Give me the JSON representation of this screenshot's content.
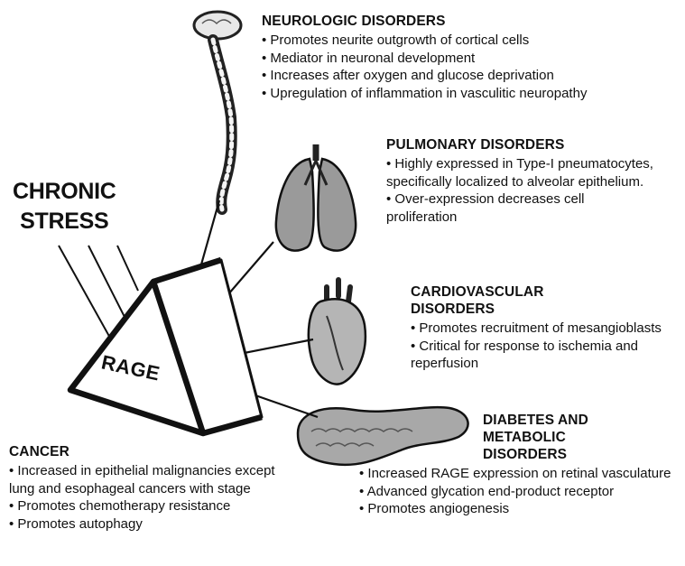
{
  "center_label": "RAGE",
  "chronic_stress": [
    "CHRONIC",
    "STRESS"
  ],
  "sections": {
    "neurologic": {
      "heading": "NEUROLOGIC DISORDERS",
      "items": [
        "• Promotes neurite outgrowth of cortical cells",
        "• Mediator in neuronal development",
        "• Increases after oxygen and glucose deprivation",
        "• Upregulation of inflammation in vasculitic neuropathy"
      ]
    },
    "pulmonary": {
      "heading": "PULMONARY DISORDERS",
      "items": [
        "• Highly expressed in Type-I pneumatocytes, specifically localized to alveolar epithelium.",
        "• Over-expression decreases cell proliferation"
      ]
    },
    "cardiovascular": {
      "heading": "CARDIOVASCULAR DISORDERS",
      "items": [
        "• Promotes recruitment  of mesangioblasts",
        "• Critical for response to ischemia and reperfusion"
      ]
    },
    "diabetes": {
      "heading": "DIABETES AND METABOLIC DISORDERS",
      "items": [
        "• Increased RAGE expression on retinal vasculature",
        "• Advanced glycation end-product receptor",
        "• Promotes angiogenesis"
      ]
    },
    "cancer": {
      "heading": "CANCER",
      "items": [
        "• Increased in epithelial malignancies except lung and esophageal cancers with stage",
        "• Promotes chemotherapy resistance",
        "• Promotes autophagy"
      ]
    }
  },
  "icons": [
    "spinal-cord-icon",
    "lungs-icon",
    "heart-icon",
    "pancreas-icon"
  ]
}
